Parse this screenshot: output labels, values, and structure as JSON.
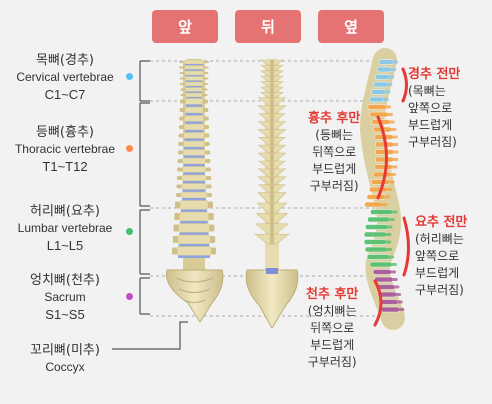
{
  "tabs": [
    "앞",
    "뒤",
    "옆"
  ],
  "regions": [
    {
      "kr": "목뼈(경추)",
      "en": "Cervical vertebrae",
      "range": "C1~C7",
      "dot_color": "#4fc3f7"
    },
    {
      "kr": "등뼈(흉추)",
      "en": "Thoracic vertebrae",
      "range": "T1~T12",
      "dot_color": "#ff8a50"
    },
    {
      "kr": "허리뼈(요추)",
      "en": "Lumbar vertebrae",
      "range": "L1~L5",
      "dot_color": "#43c06b"
    },
    {
      "kr": "엉치뼈(천추)",
      "en": "Sacrum",
      "range": "S1~S5",
      "dot_color": "#c04dc6"
    },
    {
      "kr": "꼬리뼈(미추)",
      "en": "Coccyx"
    }
  ],
  "curves": [
    {
      "title": "경추 전만",
      "lines": [
        "(목뼈는",
        "앞쪽으로",
        "부드럽게",
        "구부러짐)"
      ],
      "bracket_color": "#e53935"
    },
    {
      "title": "흉추 후만",
      "lines": [
        "(등뼈는",
        "뒤쪽으로",
        "부드럽게",
        "구부러짐)"
      ],
      "bracket_color": "#e53935"
    },
    {
      "title": "요추 전만",
      "lines": [
        "(허리뼈는",
        "앞쪽으로",
        "부드럽게",
        "구부러짐)"
      ],
      "bracket_color": "#e53935"
    },
    {
      "title": "천추 후만",
      "lines": [
        "(엉치뼈는",
        "뒤쪽으로",
        "부드럽게",
        "구부러짐)"
      ],
      "bracket_color": "#e53935"
    }
  ],
  "colors": {
    "tab_bg": "#e57373",
    "bone": "#e6dcae",
    "bone_shade": "#cfc08a",
    "disc": "#8fa3df",
    "cervical": "#86c8ea",
    "thoracic": "#f4a44a",
    "lumbar": "#58c070",
    "sacrum": "#a85b9a"
  }
}
